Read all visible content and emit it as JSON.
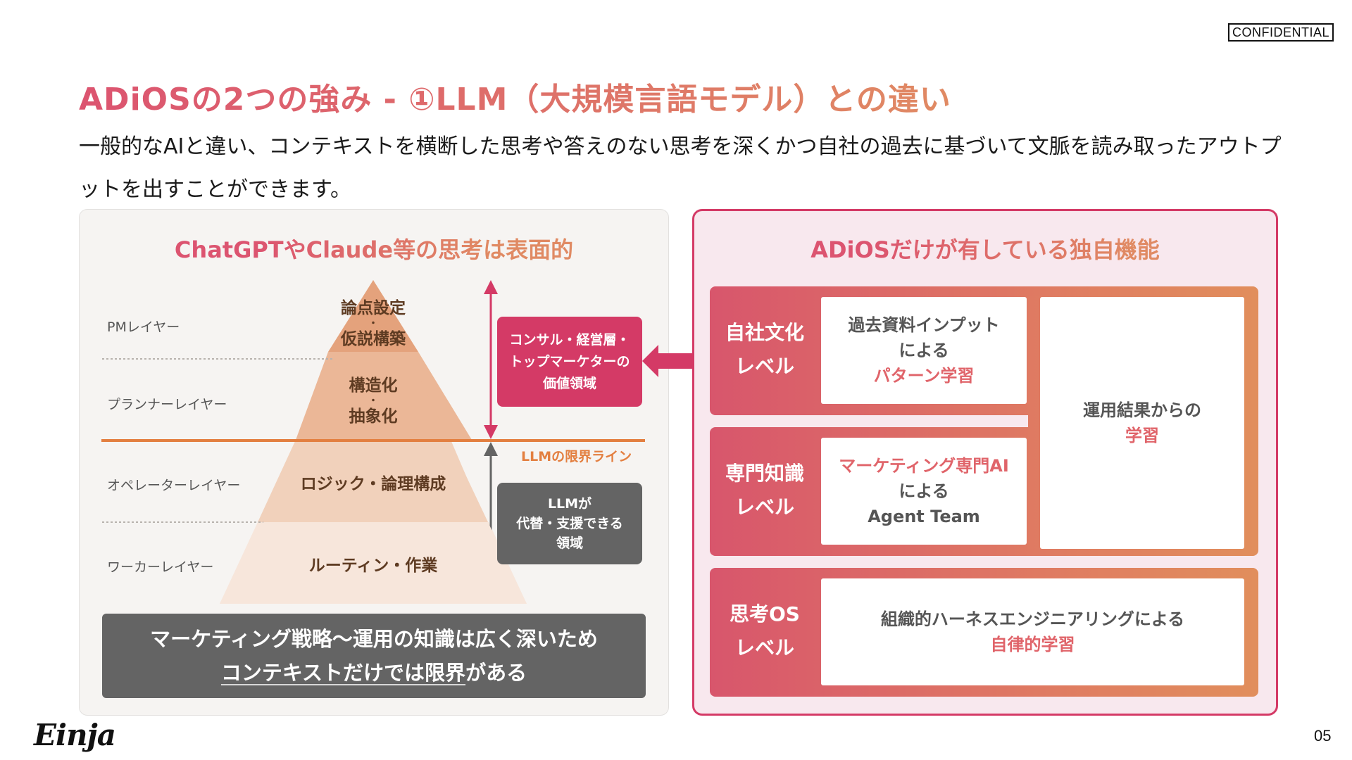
{
  "header": {
    "confidential": "CONFIDENTIAL",
    "title": "ADiOSの2つの強み - ①LLM（大規模言語モデル）との違い",
    "subtitle": "一般的なAIと違い、コンテキストを横断した思考や答えのない思考を深くかつ自社の過去に基づいて文脈を読み取ったアウトプットを出すことができます。"
  },
  "left_panel": {
    "title": "ChatGPTやClaude等の思考は表面的",
    "layers": [
      {
        "label": "PMレイヤー",
        "pyramid_text": [
          "論点設定",
          "・",
          "仮説構築"
        ]
      },
      {
        "label": "プランナーレイヤー",
        "pyramid_text": [
          "構造化",
          "・",
          "抽象化"
        ]
      },
      {
        "label": "オペレーターレイヤー",
        "pyramid_text": [
          "ロジック・論理構成"
        ]
      },
      {
        "label": "ワーカーレイヤー",
        "pyramid_text": [
          "ルーティン・作業"
        ]
      }
    ],
    "limit_line_label": "LLMの限界ライン",
    "callout_upper": [
      "コンサル・経営層・",
      "トップマーケターの",
      "価値領域"
    ],
    "callout_lower": [
      "LLMが",
      "代替・支援できる",
      "領域"
    ],
    "summary_line1": "マーケティング戦略〜運用の知識は広く深いため",
    "summary_line2_underlined": "コンテキストだけでは限界",
    "summary_line2_rest": "がある",
    "colors": {
      "pyramid_top": "#e4a27c",
      "pyramid_upper_mid": "#ebb797",
      "pyramid_lower_mid": "#f1d1bb",
      "pyramid_base": "#f7e6db",
      "limit_line": "#e37f40",
      "upper_arrow": "#d43a66",
      "lower_arrow": "#646464"
    }
  },
  "right_panel": {
    "title": "ADiOSだけが有している独自機能",
    "levels": [
      {
        "label": [
          "自社文化",
          "レベル"
        ],
        "lines": [
          "過去資料インプット",
          "による"
        ],
        "accent": "パターン学習"
      },
      {
        "label": [
          "専門知識",
          "レベル"
        ],
        "accent_first": "マーケティング専門AI",
        "lines": [
          "による",
          "Agent Team"
        ]
      },
      {
        "label": [
          "思考OS",
          "レベル"
        ],
        "lines": [
          "組織的ハーネスエンジニアリングによる"
        ],
        "accent": "自律的学習"
      }
    ],
    "shared_box": {
      "line": "運用結果からの",
      "accent": "学習"
    }
  },
  "footer": {
    "logo": "Einja",
    "page_number": "05"
  }
}
